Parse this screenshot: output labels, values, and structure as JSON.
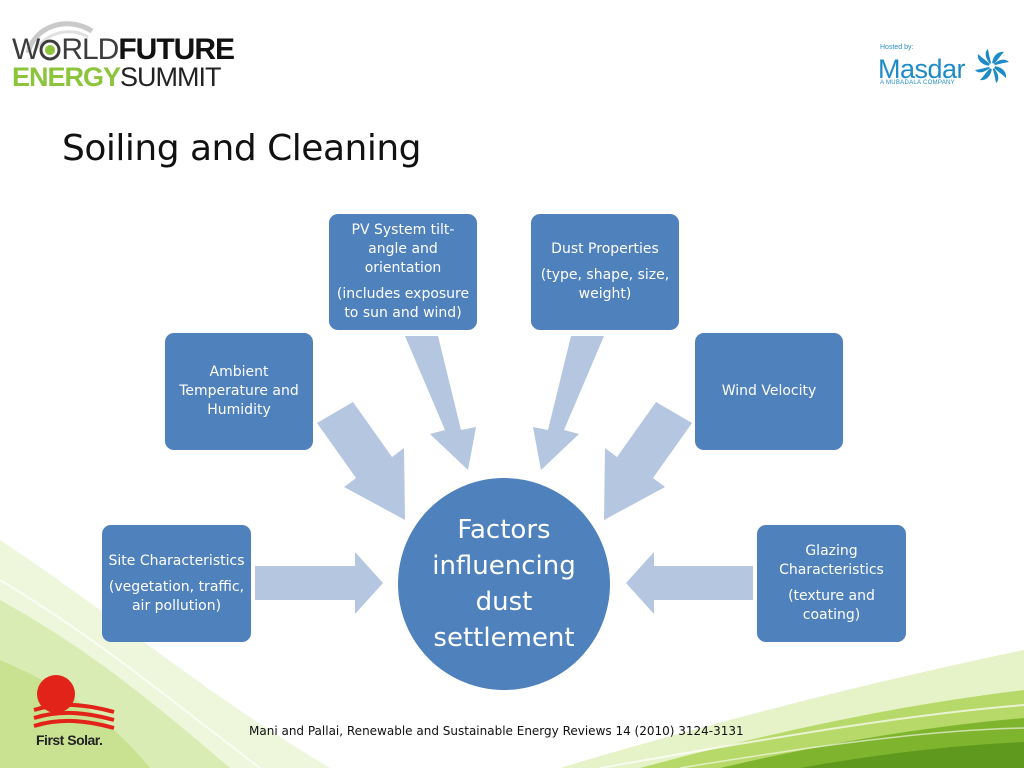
{
  "title": "Soiling and Cleaning",
  "branding": {
    "wfes_line1_a": "W",
    "wfes_line1_b": "RLD",
    "wfes_line1_c": "FUTURE",
    "wfes_line2_a": "ENERGY",
    "wfes_line2_b": "SUMMIT",
    "masdar_hosted": "Hosted by:",
    "masdar_name": "Masdar",
    "masdar_tagline": "A MUBADALA COMPANY",
    "first_solar": "First Solar."
  },
  "diagram": {
    "center": "Factors influencing dust settlement",
    "nodes": [
      {
        "id": "site",
        "title": "Site Characteristics",
        "detail": "(vegetation, traffic, air pollution)"
      },
      {
        "id": "ambient",
        "title": "Ambient Temperature and Humidity",
        "detail": ""
      },
      {
        "id": "tilt",
        "title": "PV System tilt-angle and orientation",
        "detail": "(includes exposure to sun and wind)"
      },
      {
        "id": "dust",
        "title": "Dust Properties",
        "detail": "(type, shape, size, weight)"
      },
      {
        "id": "wind",
        "title": "Wind Velocity",
        "detail": ""
      },
      {
        "id": "glazing",
        "title": "Glazing Characteristics",
        "detail": "(texture and coating)"
      }
    ]
  },
  "citation": "Mani and Pallai, Renewable and Sustainable Energy Reviews 14 (2010) 3124-3131",
  "colors": {
    "node_fill": "#4f81bd",
    "arrow_fill": "#b4c6e0",
    "brand_green": "#8cc43c",
    "masdar_blue": "#1e8bc9",
    "first_solar_red": "#e2231a"
  }
}
